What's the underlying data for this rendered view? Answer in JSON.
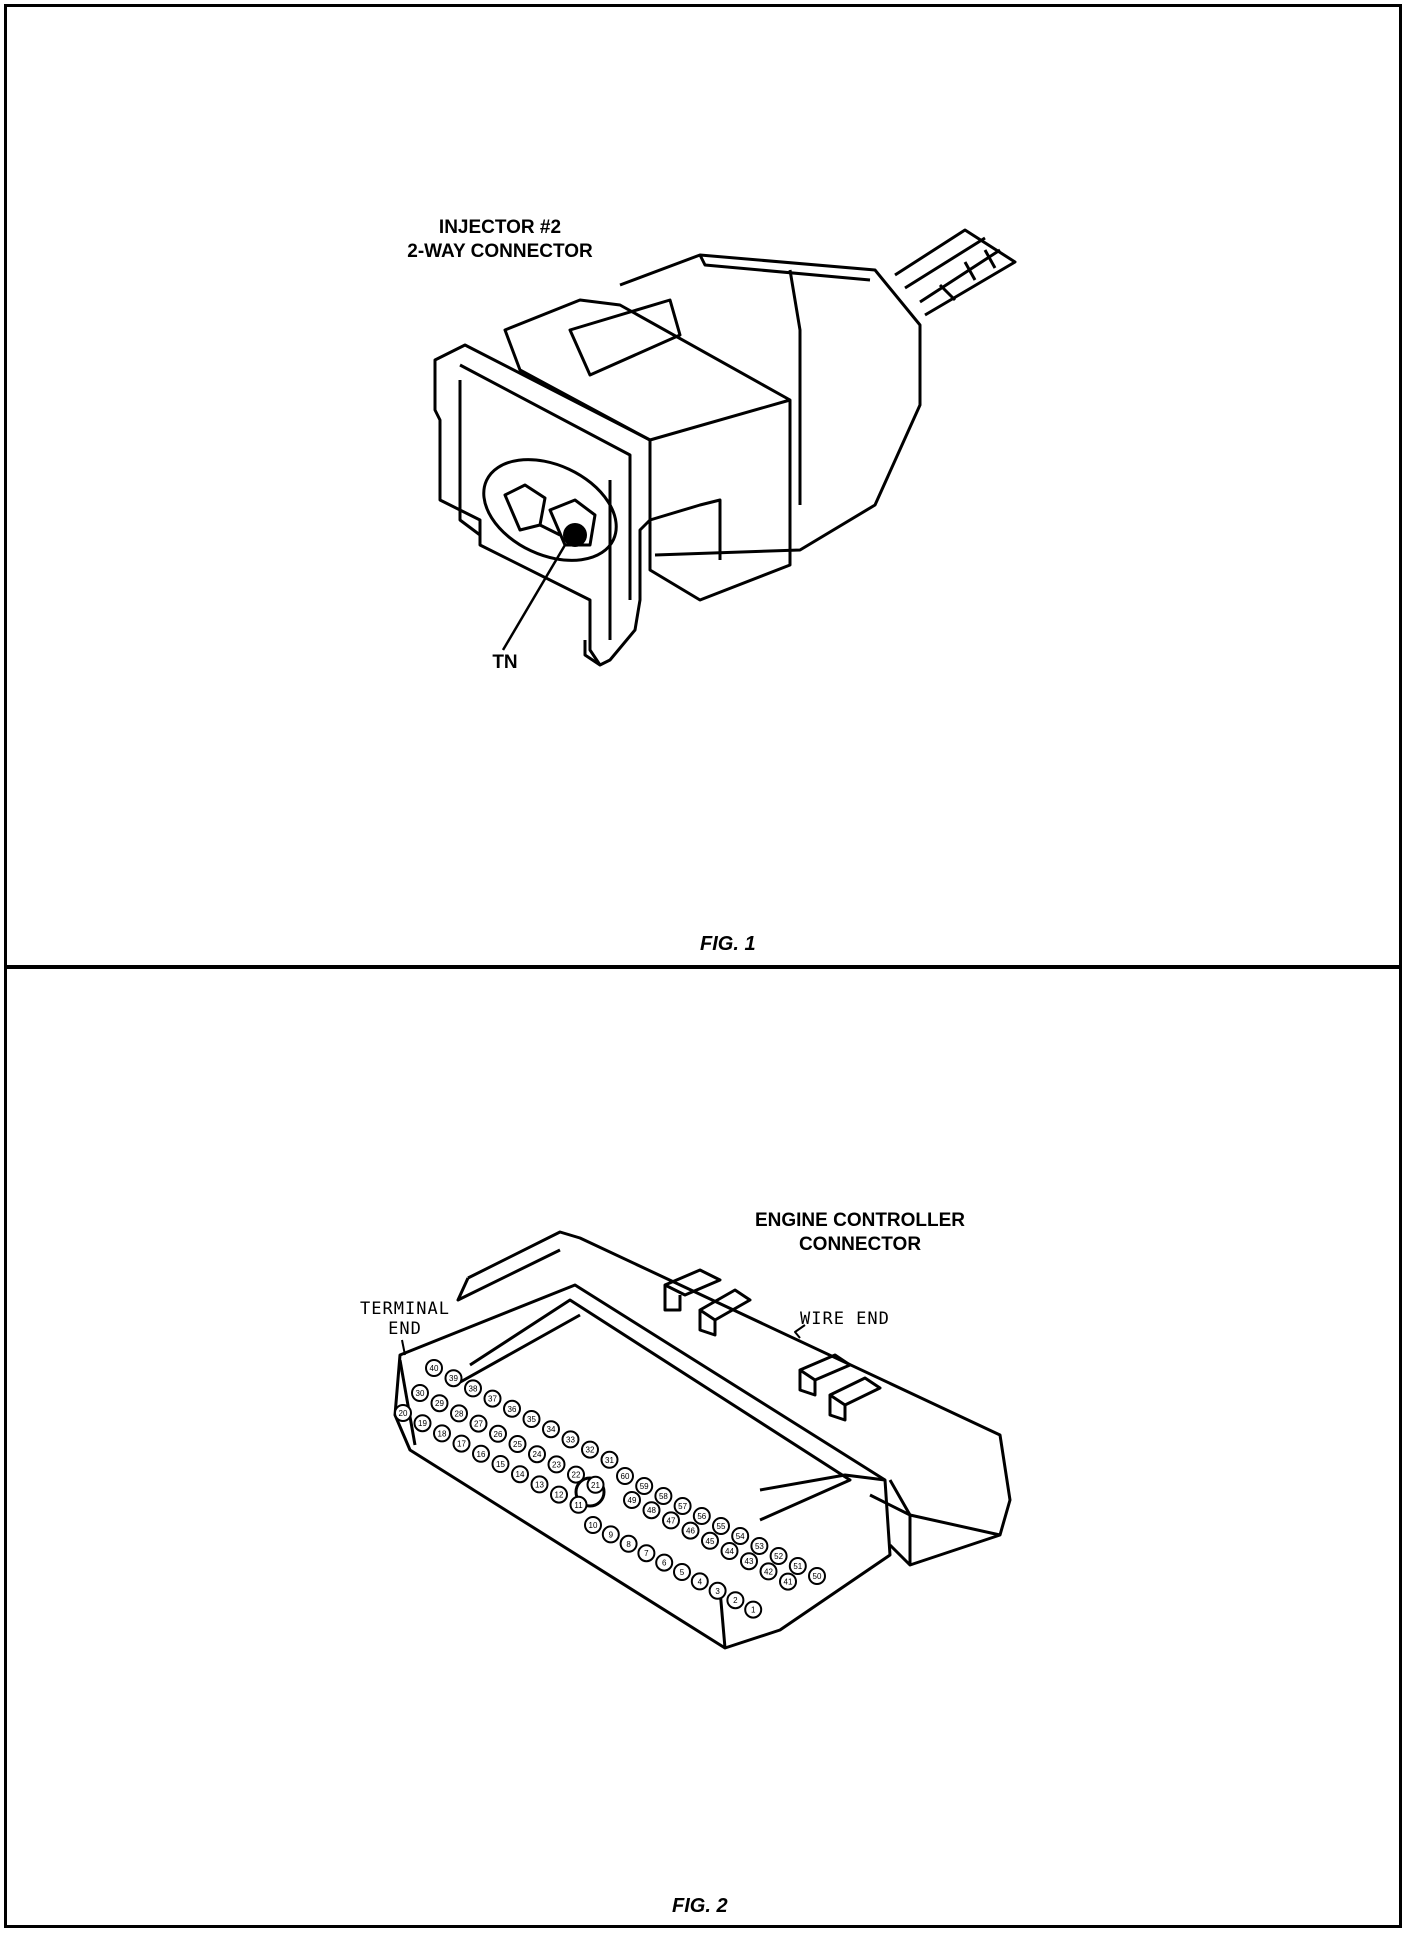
{
  "fig1": {
    "title_line1": "INJECTOR #2",
    "title_line2": "2-WAY CONNECTOR",
    "pointer_label": "TN",
    "caption": "FIG. 1"
  },
  "fig2": {
    "title_line1": "ENGINE CONTROLLER",
    "title_line2": "CONNECTOR",
    "terminal_line1": "TERMINAL",
    "terminal_line2": "END",
    "wire_end": "WIRE END",
    "caption": "FIG. 2",
    "top_row_pins": [
      "40",
      "39",
      "38",
      "37",
      "36",
      "35",
      "34",
      "33",
      "32",
      "31"
    ],
    "mid_row_pins": [
      "30",
      "29",
      "28",
      "27",
      "26",
      "25",
      "24",
      "23",
      "22",
      "21"
    ],
    "bot_row_pins": [
      "20",
      "19",
      "18",
      "17",
      "16",
      "15",
      "14",
      "13",
      "12",
      "11"
    ],
    "r_top_pins": [
      "60",
      "59",
      "58",
      "57",
      "56",
      "55",
      "54",
      "53",
      "52",
      "51",
      "50"
    ],
    "r_mid_pins": [
      "49",
      "48",
      "47",
      "46",
      "45",
      "44",
      "43",
      "42",
      "41"
    ],
    "r_bot_pins": [
      "10",
      "9",
      "8",
      "7",
      "6",
      "5",
      "4",
      "3",
      "2",
      "1"
    ]
  }
}
